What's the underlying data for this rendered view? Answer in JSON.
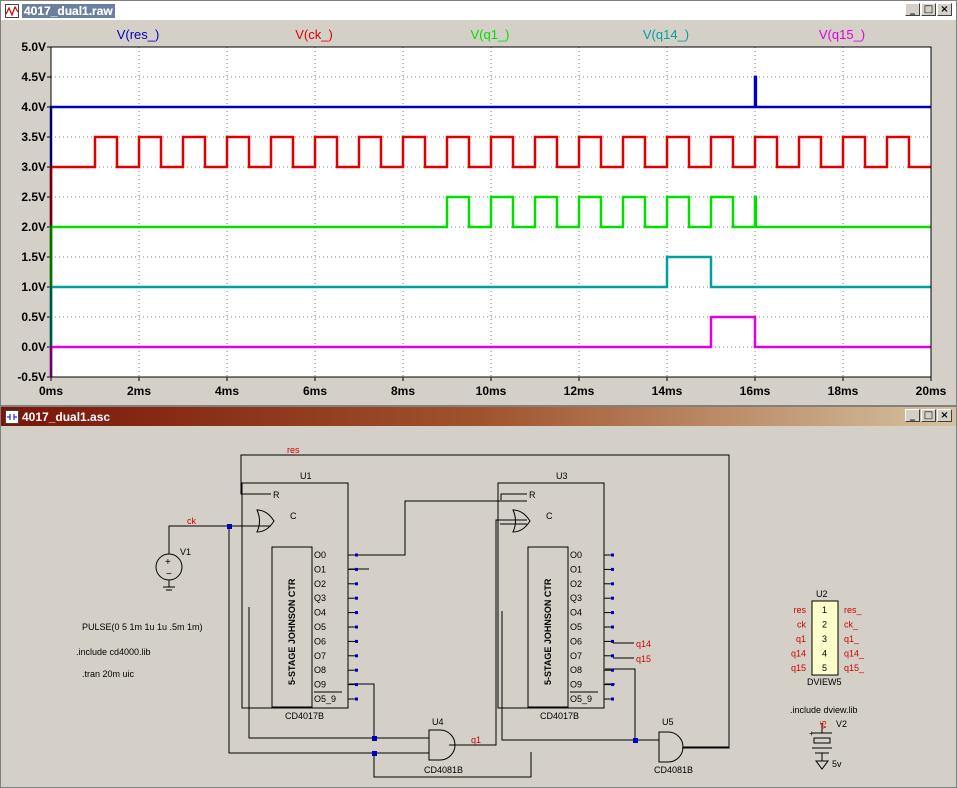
{
  "waveform_window": {
    "title": "4017_dual1.raw",
    "buttons": {
      "minimize": "_",
      "maximize": "□",
      "close": "×"
    }
  },
  "schematic_window": {
    "title": "4017_dual1.asc",
    "buttons": {
      "minimize": "_",
      "maximize": "□",
      "close": "×"
    }
  },
  "chart_data": {
    "type": "line",
    "xlabel": "",
    "ylabel": "",
    "xlim": [
      0,
      20
    ],
    "ylim": [
      -0.5,
      5.0
    ],
    "x_unit": "ms",
    "x_ticks": [
      "0ms",
      "2ms",
      "4ms",
      "6ms",
      "8ms",
      "10ms",
      "12ms",
      "14ms",
      "16ms",
      "18ms",
      "20ms"
    ],
    "y_ticks": [
      "-0.5V",
      "0.0V",
      "0.5V",
      "1.0V",
      "1.5V",
      "2.0V",
      "2.5V",
      "3.0V",
      "3.5V",
      "4.0V",
      "4.5V",
      "5.0V"
    ],
    "y_tick_values": [
      -0.5,
      0,
      0.5,
      1,
      1.5,
      2,
      2.5,
      3,
      3.5,
      4,
      4.5,
      5
    ],
    "grid": true,
    "series": [
      {
        "name": "V(res_)",
        "color": "#0000c0",
        "points": [
          [
            0,
            -0.5
          ],
          [
            0,
            4.0
          ],
          [
            16,
            4.0
          ],
          [
            16,
            4.5
          ],
          [
            16.02,
            4.5
          ],
          [
            16.02,
            4.0
          ],
          [
            20,
            4.0
          ]
        ]
      },
      {
        "name": "V(ck_)",
        "color": "#e00000",
        "points": [
          [
            0,
            -0.5
          ],
          [
            0,
            3.0
          ],
          [
            1,
            3.0
          ],
          [
            1,
            3.5
          ],
          [
            1.5,
            3.5
          ],
          [
            1.5,
            3.0
          ],
          [
            2,
            3.0
          ],
          [
            2,
            3.5
          ],
          [
            2.5,
            3.5
          ],
          [
            2.5,
            3.0
          ],
          [
            3,
            3.0
          ],
          [
            3,
            3.5
          ],
          [
            3.5,
            3.5
          ],
          [
            3.5,
            3.0
          ],
          [
            4,
            3.0
          ],
          [
            4,
            3.5
          ],
          [
            4.5,
            3.5
          ],
          [
            4.5,
            3.0
          ],
          [
            5,
            3.0
          ],
          [
            5,
            3.5
          ],
          [
            5.5,
            3.5
          ],
          [
            5.5,
            3.0
          ],
          [
            6,
            3.0
          ],
          [
            6,
            3.5
          ],
          [
            6.5,
            3.5
          ],
          [
            6.5,
            3.0
          ],
          [
            7,
            3.0
          ],
          [
            7,
            3.5
          ],
          [
            7.5,
            3.5
          ],
          [
            7.5,
            3.0
          ],
          [
            8,
            3.0
          ],
          [
            8,
            3.5
          ],
          [
            8.5,
            3.5
          ],
          [
            8.5,
            3.0
          ],
          [
            9,
            3.0
          ],
          [
            9,
            3.5
          ],
          [
            9.5,
            3.5
          ],
          [
            9.5,
            3.0
          ],
          [
            10,
            3.0
          ],
          [
            10,
            3.5
          ],
          [
            10.5,
            3.5
          ],
          [
            10.5,
            3.0
          ],
          [
            11,
            3.0
          ],
          [
            11,
            3.5
          ],
          [
            11.5,
            3.5
          ],
          [
            11.5,
            3.0
          ],
          [
            12,
            3.0
          ],
          [
            12,
            3.5
          ],
          [
            12.5,
            3.5
          ],
          [
            12.5,
            3.0
          ],
          [
            13,
            3.0
          ],
          [
            13,
            3.5
          ],
          [
            13.5,
            3.5
          ],
          [
            13.5,
            3.0
          ],
          [
            14,
            3.0
          ],
          [
            14,
            3.5
          ],
          [
            14.5,
            3.5
          ],
          [
            14.5,
            3.0
          ],
          [
            15,
            3.0
          ],
          [
            15,
            3.5
          ],
          [
            15.5,
            3.5
          ],
          [
            15.5,
            3.0
          ],
          [
            16,
            3.0
          ],
          [
            16,
            3.5
          ],
          [
            16.5,
            3.5
          ],
          [
            16.5,
            3.0
          ],
          [
            17,
            3.0
          ],
          [
            17,
            3.5
          ],
          [
            17.5,
            3.5
          ],
          [
            17.5,
            3.0
          ],
          [
            18,
            3.0
          ],
          [
            18,
            3.5
          ],
          [
            18.5,
            3.5
          ],
          [
            18.5,
            3.0
          ],
          [
            19,
            3.0
          ],
          [
            19,
            3.5
          ],
          [
            19.5,
            3.5
          ],
          [
            19.5,
            3.0
          ],
          [
            20,
            3.0
          ]
        ]
      },
      {
        "name": "V(q1_)",
        "color": "#00e000",
        "points": [
          [
            0,
            -0.5
          ],
          [
            0,
            2.0
          ],
          [
            9,
            2.0
          ],
          [
            9,
            2.5
          ],
          [
            9.5,
            2.5
          ],
          [
            9.5,
            2.0
          ],
          [
            10,
            2.0
          ],
          [
            10,
            2.5
          ],
          [
            10.5,
            2.5
          ],
          [
            10.5,
            2.0
          ],
          [
            11,
            2.0
          ],
          [
            11,
            2.5
          ],
          [
            11.5,
            2.5
          ],
          [
            11.5,
            2.0
          ],
          [
            12,
            2.0
          ],
          [
            12,
            2.5
          ],
          [
            12.5,
            2.5
          ],
          [
            12.5,
            2.0
          ],
          [
            13,
            2.0
          ],
          [
            13,
            2.5
          ],
          [
            13.5,
            2.5
          ],
          [
            13.5,
            2.0
          ],
          [
            14,
            2.0
          ],
          [
            14,
            2.5
          ],
          [
            14.5,
            2.5
          ],
          [
            14.5,
            2.0
          ],
          [
            15,
            2.0
          ],
          [
            15,
            2.5
          ],
          [
            15.5,
            2.5
          ],
          [
            15.5,
            2.0
          ],
          [
            16,
            2.0
          ],
          [
            16,
            2.5
          ],
          [
            16.02,
            2.5
          ],
          [
            16.02,
            2.0
          ],
          [
            20,
            2.0
          ]
        ]
      },
      {
        "name": "V(q14_)",
        "color": "#00a0a0",
        "points": [
          [
            0,
            -0.5
          ],
          [
            0,
            1.0
          ],
          [
            14,
            1.0
          ],
          [
            14,
            1.5
          ],
          [
            15,
            1.5
          ],
          [
            15,
            1.0
          ],
          [
            20,
            1.0
          ]
        ]
      },
      {
        "name": "V(q15_)",
        "color": "#e000e0",
        "points": [
          [
            0,
            -0.5
          ],
          [
            0,
            0.0
          ],
          [
            15,
            0.0
          ],
          [
            15,
            0.5
          ],
          [
            16,
            0.5
          ],
          [
            16,
            0.0
          ],
          [
            20,
            0.0
          ]
        ]
      }
    ]
  },
  "schematic": {
    "net_labels": {
      "res": "res",
      "ck": "ck",
      "q1": "q1",
      "q14": "q14",
      "q15": "q15"
    },
    "u1": {
      "ref": "U1",
      "part": "CD4017B",
      "body": "5-STAGE JOHNSON CTR",
      "pin_r": "R",
      "pin_c": "C"
    },
    "u3": {
      "ref": "U3",
      "part": "CD4017B",
      "body": "5-STAGE JOHNSON CTR",
      "pin_r": "R",
      "pin_c": "C"
    },
    "outputs": [
      "O0",
      "O1",
      "O2",
      "Q3",
      "O4",
      "O5",
      "O6",
      "O7",
      "O8",
      "O9",
      "O5_9"
    ],
    "u4": {
      "ref": "U4",
      "part": "CD4081B"
    },
    "u5": {
      "ref": "U5",
      "part": "CD4081B"
    },
    "v1": {
      "ref": "V1",
      "value": "PULSE(0 5 1m 1u 1u .5m 1m)"
    },
    "v2": {
      "ref": "V2",
      "value": "5v",
      "net": "v5"
    },
    "u2": {
      "ref": "U2",
      "part": "DVIEW5",
      "left": [
        "res",
        "ck",
        "q1",
        "q14",
        "q15"
      ],
      "pins": [
        "1",
        "2",
        "3",
        "4",
        "5"
      ],
      "right": [
        "res_",
        "ck_",
        "q1_",
        "q14_",
        "q15_"
      ]
    },
    "directives": [
      ".include cd4000.lib",
      ".tran 20m uic",
      ".include dview.lib"
    ]
  }
}
